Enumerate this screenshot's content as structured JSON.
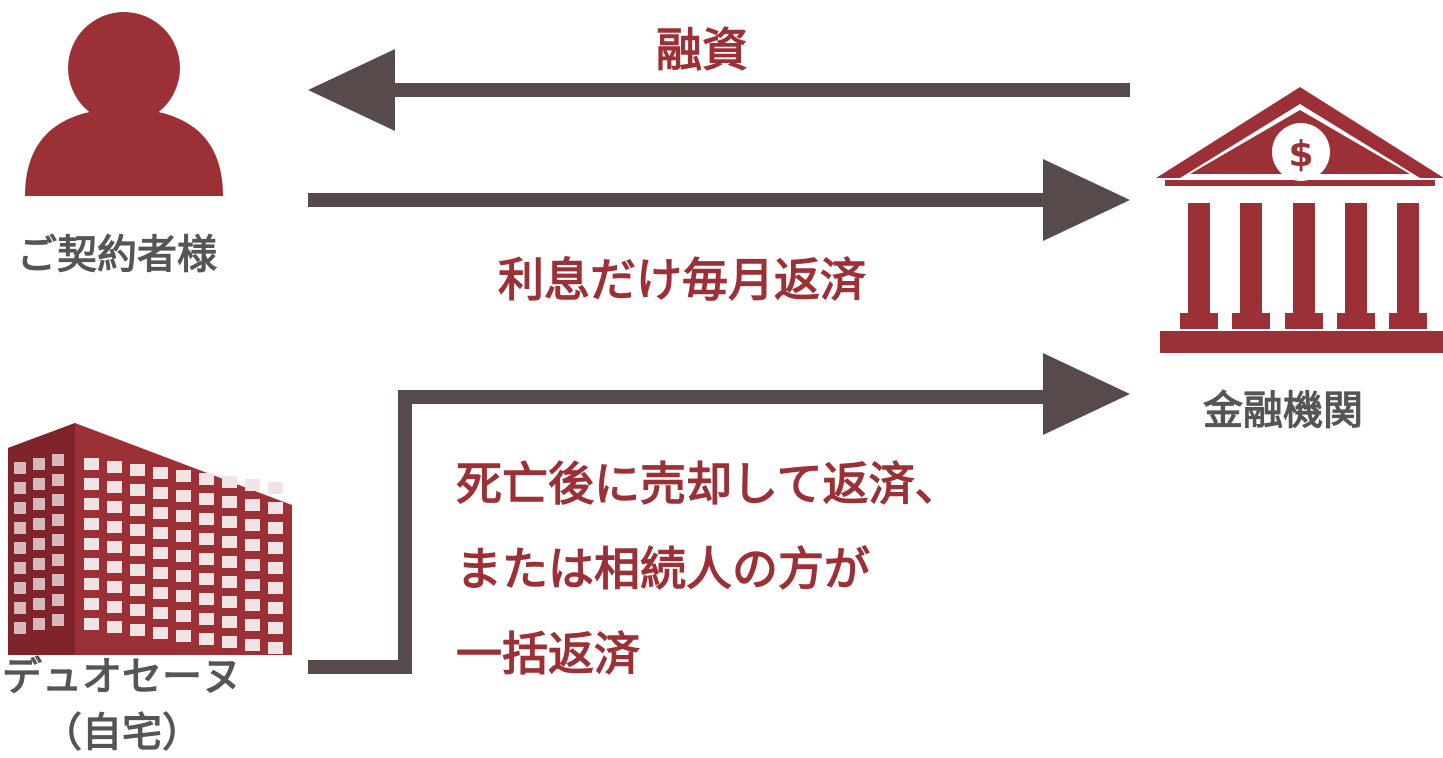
{
  "colors": {
    "accent_red": "#9b3036",
    "arrow_gray": "#564b4a",
    "label_gray": "#555555",
    "background": "#ffffff"
  },
  "icons": {
    "person": "person-icon",
    "bank": "bank-icon",
    "building": "apartment-building-icon"
  },
  "nodes": {
    "customer": {
      "label": "ご契約者様"
    },
    "bank": {
      "label": "金融機関",
      "symbol": "$"
    },
    "property": {
      "label_line1": "デュオセーヌ",
      "label_line2": "（自宅）"
    }
  },
  "flows": {
    "loan": {
      "label": "融資"
    },
    "interest": {
      "label": "利息だけ毎月返済"
    },
    "settlement": {
      "line1": "死亡後に売却して返済、",
      "line2": "または相続人の方が",
      "line3": "一括返済"
    }
  }
}
